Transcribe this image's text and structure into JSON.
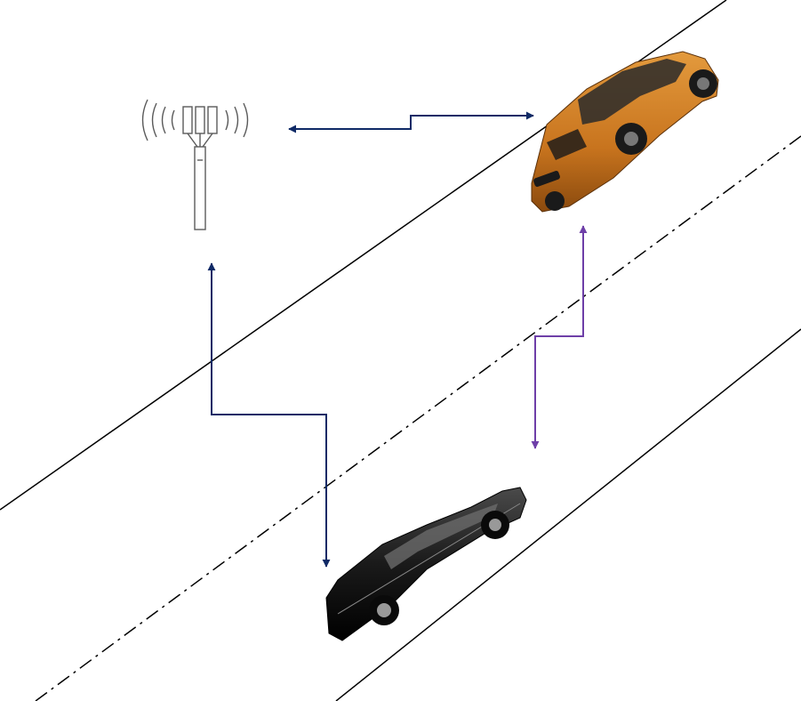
{
  "diagram": {
    "nodes": [
      {
        "id": "base-station",
        "icon": "cell-tower-icon"
      },
      {
        "id": "vehicle-orange",
        "icon": "orange-car-icon",
        "color": "#C8741E"
      },
      {
        "id": "vehicle-black",
        "icon": "black-car-icon",
        "color": "#1A1A1A"
      }
    ],
    "links": [
      {
        "from": "base-station",
        "to": "vehicle-orange",
        "type": "V2I",
        "color": "#0F2A66"
      },
      {
        "from": "base-station",
        "to": "vehicle-black",
        "type": "V2I",
        "color": "#0F2A66"
      },
      {
        "from": "vehicle-orange",
        "to": "vehicle-black",
        "type": "V2V",
        "color": "#6E3FA8"
      }
    ],
    "road": {
      "lane_divider": "dash-dot",
      "edge_color": "#000000"
    }
  }
}
